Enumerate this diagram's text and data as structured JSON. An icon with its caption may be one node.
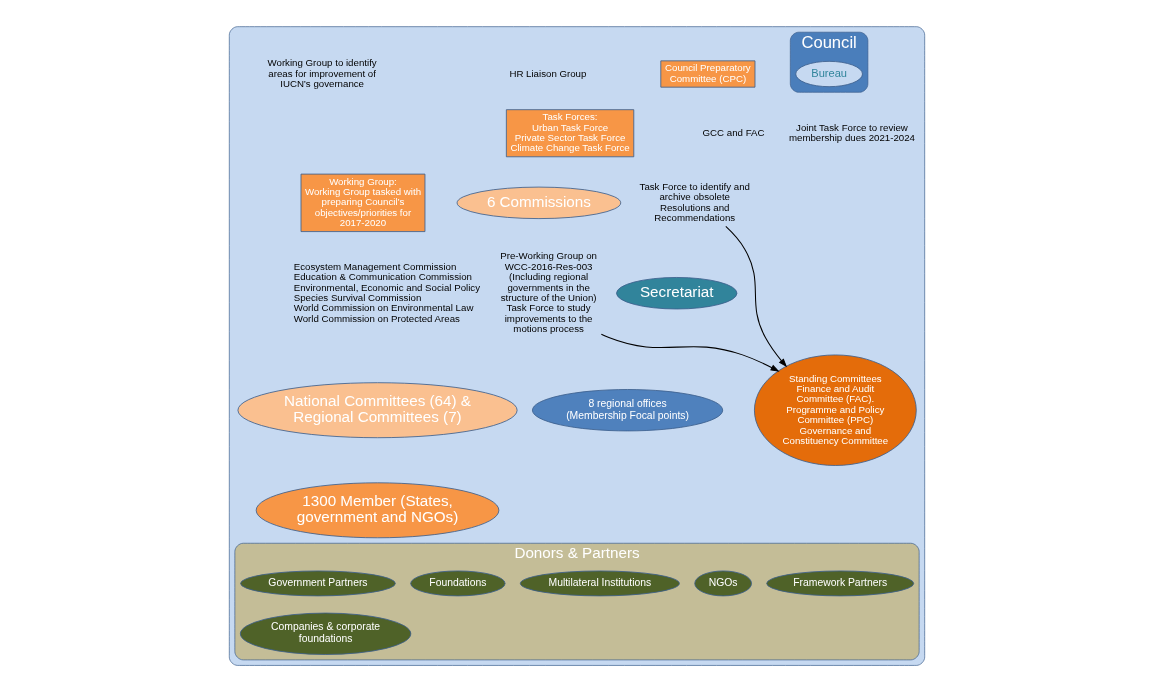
{
  "diagram": {
    "nodes": [
      {
        "text": [],
        "shape": "ellipse"
      },
      {
        "text": [
          "Council"
        ],
        "in": 0
      },
      {
        "text": [
          "Bureau"
        ],
        "in": 1
      },
      {
        "text": [
          "Council Preparatory Committee (CPC)"
        ],
        "in": 0
      },
      {
        "text": [
          "Task Forces:",
          "Urban Task Force",
          "Private Sector Task Force",
          "Climate Change Task Force"
        ],
        "in": 0
      },
      {
        "text": [
          "Working Group:",
          "Working Group tasked with preparing Council’s objectives/priorities for 2017-2020"
        ],
        "in": 0
      },
      {
        "text": [
          "Standing Committees",
          "Finance and Audit Committee (FAC).",
          "Programme and Policy Committee (PPC)",
          "Governance and Constituency Committee"
        ],
        "in": 0
      },
      {
        "text": [
          "Task Force to identify and archive obsolete Resolutions and Recommendations"
        ],
        "in": 0
      },
      {
        "text": [
          "Pre-Working Group on WCC-2016-Res-003 (Including regional governments in the structure of the Union)",
          "Task Force to study improvements to the motions process"
        ],
        "in": 0
      },
      {
        "text": [
          "6 Commissions"
        ],
        "in": 0,
        "beside": [
          "Ecosystem Management Commission",
          "Education & Communication Commission",
          "Environmental, Economic and Social Policy",
          "Species Survival Commission",
          "World Commission on Environmental Law",
          "World Commission on Protected Areas"
        ]
      },
      {
        "text": [
          "National Committees (64) & Regional Committees (7)"
        ],
        "in": 0
      },
      {
        "text": [
          "Secretariat"
        ],
        "in": 0
      },
      {
        "text": [
          "8 regional offices (Membership Focal points)"
        ],
        "in": 0
      },
      {
        "text": [
          "1300 Member (States, government and NGOs)"
        ],
        "in": 0
      },
      {
        "text": [
          "Donors & Partners"
        ],
        "in": 0
      },
      {
        "text": [
          "Framework Partners"
        ],
        "in": 14
      },
      {
        "text": [
          "Multilateral Institutions"
        ],
        "in": 14
      },
      {
        "text": [
          "NGOs"
        ],
        "in": 14
      },
      {
        "text": [
          "Government Partners"
        ],
        "in": 14
      },
      {
        "text": [
          "Foundations"
        ],
        "in": 14
      },
      {
        "text": [
          "Companies & corporate foundations"
        ],
        "in": 14
      }
    ],
    "edges": [
      {
        "from": 7,
        "to": 6,
        "arrow": "to"
      },
      {
        "from": 8,
        "to": 6,
        "arrow": "to"
      }
    ],
    "labels": [
      "HR Liaison Group",
      "Working Group to identify areas for improvement of IUCN’s governance",
      "GCC and FAC",
      "Joint Task Force to review membership dues 2021-2024"
    ]
  }
}
